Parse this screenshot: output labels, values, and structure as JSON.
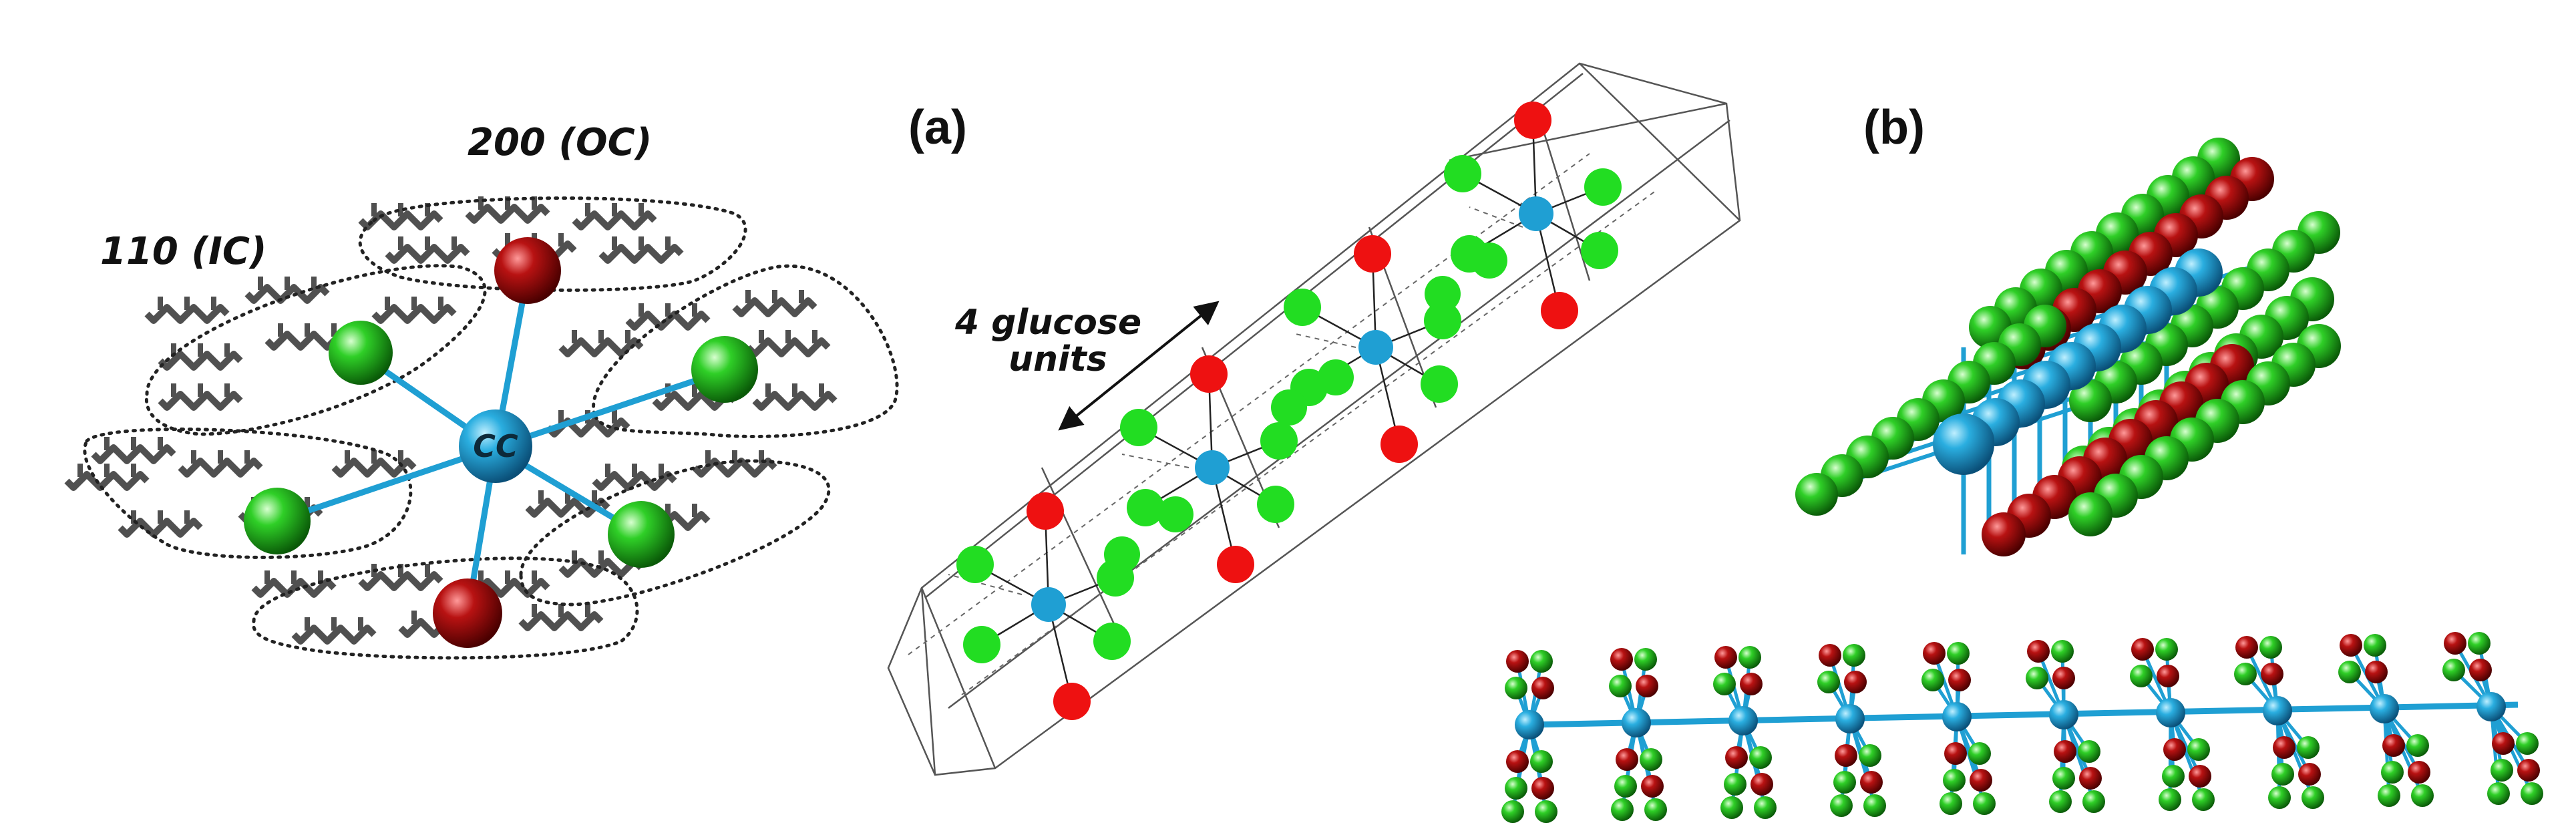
{
  "labels": {
    "label_110": "110 (IC)",
    "label_200": "200 (OC)",
    "center": "CC",
    "panel_a": "(a)",
    "panel_b": "(b)",
    "glucose_line1": "4 glucose",
    "glucose_line2": "units"
  },
  "colors": {
    "blue": "#1f9fd3",
    "green": "#27c21f",
    "red": "#b01010",
    "flat_green": "#22dd22",
    "flat_red": "#ee1111",
    "chain": "#505050"
  }
}
